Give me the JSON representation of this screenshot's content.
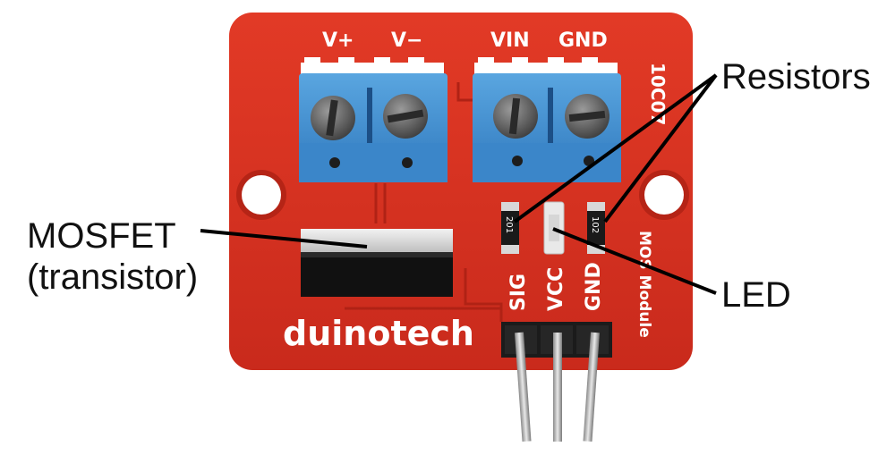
{
  "labels": {
    "resistors": "Resistors",
    "led": "LED",
    "mosfet_line1": "MOSFET",
    "mosfet_line2": "(transistor)"
  },
  "board": {
    "brand": "duinotech",
    "module_name": "MOS Module",
    "part_code": "10C07",
    "terminal_labels": [
      "V+",
      "V−",
      "VIN",
      "GND"
    ],
    "pin_labels": [
      "SIG",
      "VCC",
      "GND"
    ],
    "resistor_code_left": "201",
    "resistor_code_right": "102"
  },
  "colors": {
    "pcb": "#d9301f",
    "terminal": "#3f8fd0",
    "silkscreen": "#ffffff"
  }
}
